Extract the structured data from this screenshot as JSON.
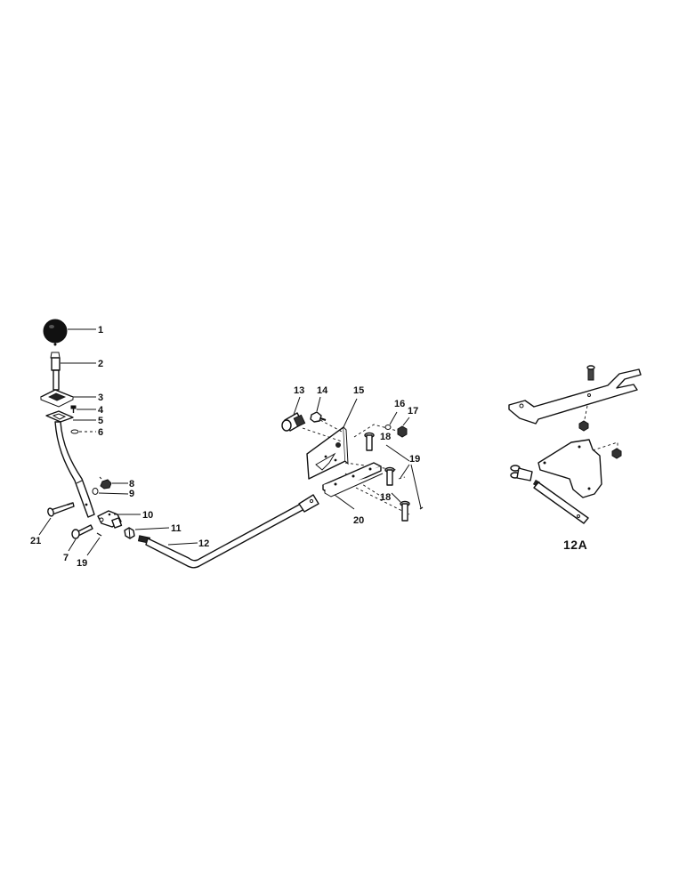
{
  "diagram": {
    "type": "exploded-parts-view",
    "subject": "gear shift lever linkage",
    "callouts": [
      {
        "id": "1",
        "label": "1",
        "part": "shift knob"
      },
      {
        "id": "2",
        "label": "2",
        "part": "lever upper shaft"
      },
      {
        "id": "3",
        "label": "3",
        "part": "boot plate"
      },
      {
        "id": "4",
        "label": "4",
        "part": "screw"
      },
      {
        "id": "5",
        "label": "5",
        "part": "retainer plate"
      },
      {
        "id": "6",
        "label": "6",
        "part": "washer"
      },
      {
        "id": "7",
        "label": "7",
        "part": "pin"
      },
      {
        "id": "8",
        "label": "8",
        "part": "nut"
      },
      {
        "id": "9",
        "label": "9",
        "part": "washer"
      },
      {
        "id": "10",
        "label": "10",
        "part": "yoke"
      },
      {
        "id": "11",
        "label": "11",
        "part": "jam nut"
      },
      {
        "id": "12",
        "label": "12",
        "part": "shift rod"
      },
      {
        "id": "13",
        "label": "13",
        "part": "clevis"
      },
      {
        "id": "14",
        "label": "14",
        "part": "bolt"
      },
      {
        "id": "15",
        "label": "15",
        "part": "mounting bracket"
      },
      {
        "id": "16",
        "label": "16",
        "part": "lock washer"
      },
      {
        "id": "17",
        "label": "17",
        "part": "nut"
      },
      {
        "id": "18a",
        "label": "18",
        "part": "pin"
      },
      {
        "id": "18b",
        "label": "18",
        "part": "pin"
      },
      {
        "id": "19",
        "label": "19",
        "part": "cotter pin"
      },
      {
        "id": "19b",
        "label": "19",
        "part": "cotter pin"
      },
      {
        "id": "20",
        "label": "20",
        "part": "link plate assembly"
      },
      {
        "id": "21",
        "label": "21",
        "part": "bolt"
      }
    ],
    "inset": {
      "label": "12A",
      "description": "alternate shift rod / bracket arrangement"
    }
  }
}
